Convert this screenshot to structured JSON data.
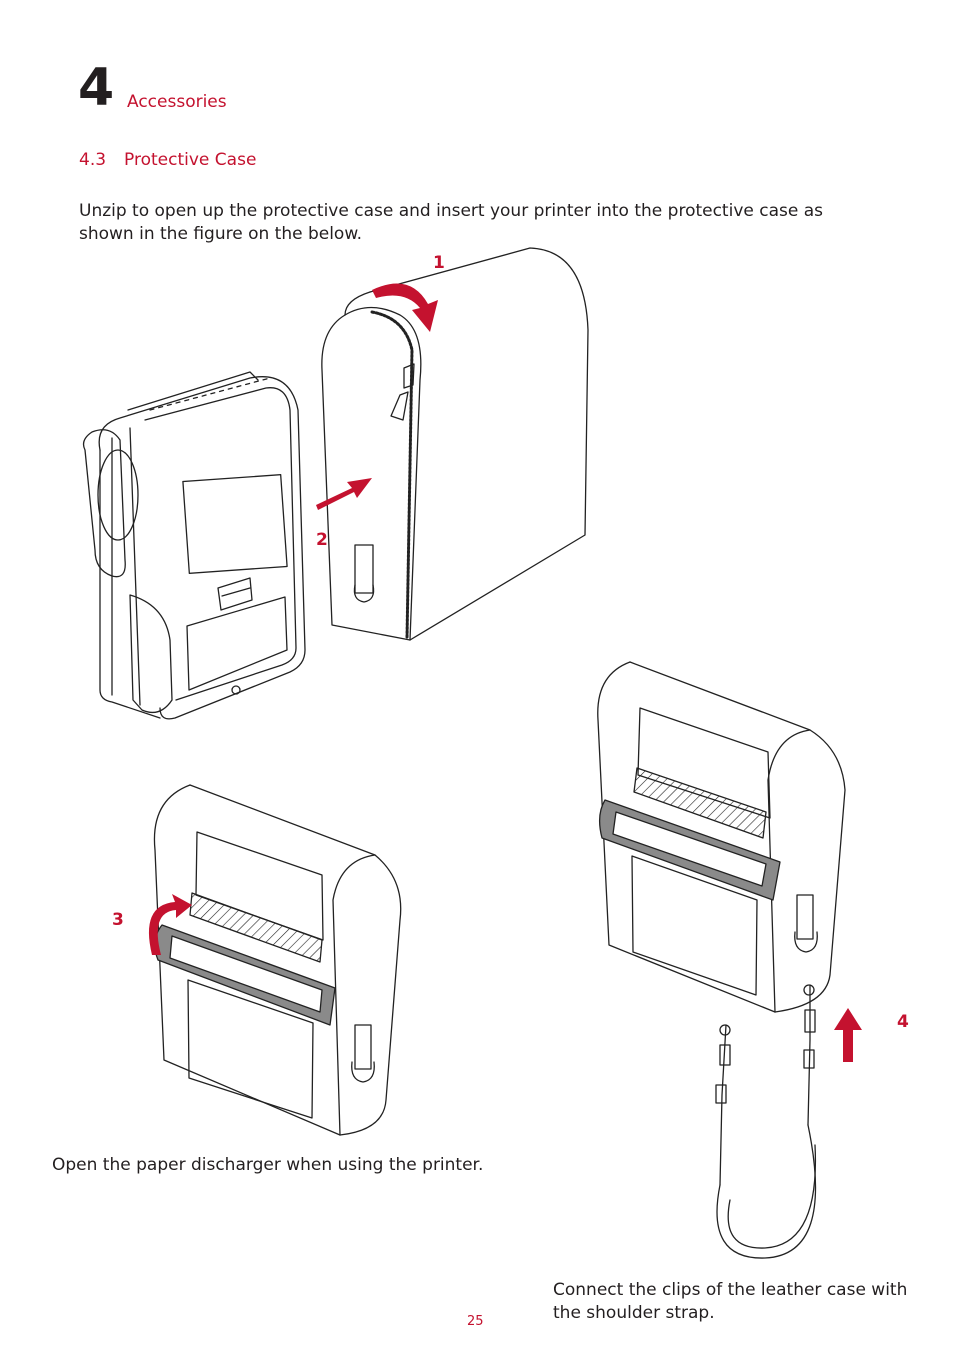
{
  "header": {
    "chapter_number": "4",
    "chapter_title": "Accessories"
  },
  "section": {
    "number": "4.3",
    "title": "Protective Case"
  },
  "intro_text": "Unzip to open up the protective case and insert your printer into the protective case as shown in the figure on the below.",
  "steps": [
    "1",
    "2",
    "3",
    "4"
  ],
  "captions": {
    "paper_discharger": "Open the paper discharger when using the printer.",
    "shoulder_strap": "Connect the clips of the leather case with the shoulder strap."
  },
  "footer": {
    "page_number": "25"
  },
  "colors": {
    "accent": "#c4122f",
    "text": "#231f20",
    "strap_gray": "#8a8a8a"
  }
}
